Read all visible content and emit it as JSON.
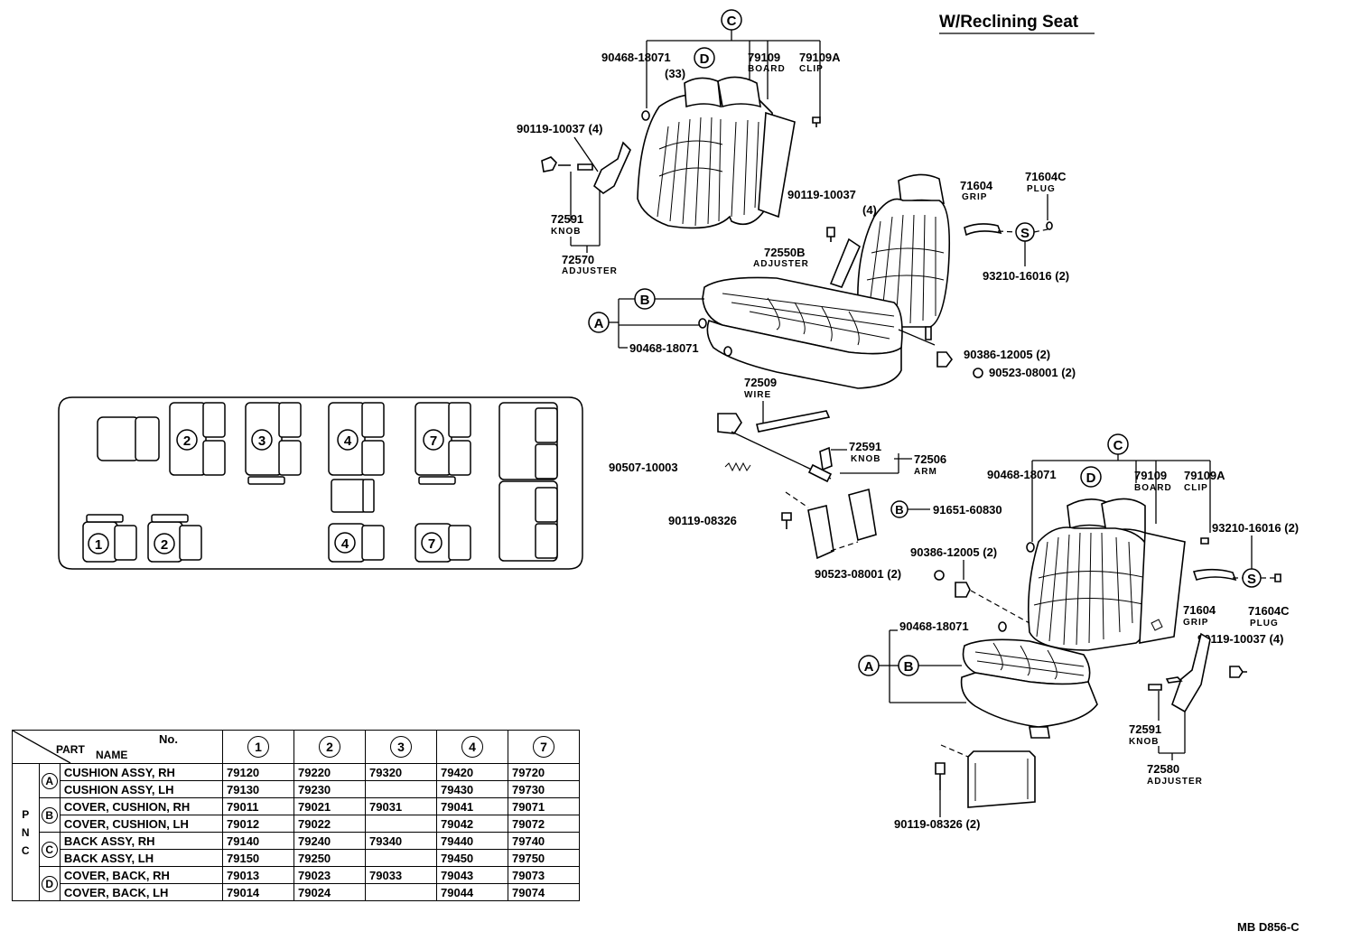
{
  "title": "W/Reclining Seat",
  "figure_code": "MB D856-C",
  "callouts": {
    "A": "A",
    "B": "B",
    "C": "C",
    "D": "D",
    "S": "S"
  },
  "upper": {
    "p90468_18071": "90468-18071",
    "qty33": "(33)",
    "p79109": "79109",
    "board": "BOARD",
    "p79109A": "79109A",
    "clip": "CLIP",
    "p90119_10037_4": "90119-10037 (4)",
    "p72591": "72591",
    "knob": "KNOB",
    "p72570": "72570",
    "adjuster": "ADJUSTER",
    "p90119_10037": "90119-10037",
    "qty4": "(4)",
    "p71604": "71604",
    "grip": "GRIP",
    "p71604C": "71604C",
    "plug": "PLUG",
    "p72550B": "72550B",
    "adjuster2": "ADJUSTER",
    "p93210_16016_2": "93210-16016 (2)",
    "p90468_18071b": "90468-18071",
    "p90386_12005_2": "90386-12005 (2)",
    "p90523_08001_2": "90523-08001 (2)"
  },
  "mid": {
    "p72509": "72509",
    "wire": "WIRE",
    "p72591": "72591",
    "knob": "KNOB",
    "p72506": "72506",
    "arm": "ARM",
    "p90507_10003": "90507-10003",
    "p91651_60830": "91651-60830",
    "p90119_08326": "90119-08326",
    "p90523_08001_2": "90523-08001 (2)"
  },
  "lower": {
    "p90468_18071": "90468-18071",
    "p79109": "79109",
    "board": "BOARD",
    "p79109A": "79109A",
    "clip": "CLIP",
    "p90386_12005_2": "90386-12005 (2)",
    "p93210_16016_2": "93210-16016 (2)",
    "p71604": "71604",
    "grip": "GRIP",
    "p71604C": "71604C",
    "plug": "PLUG",
    "p90468_18071b": "90468-18071",
    "p90119_10037_4": "90119-10037 (4)",
    "p72591": "72591",
    "knob": "KNOB",
    "p72580": "72580",
    "adjuster": "ADJUSTER",
    "p90119_08326_2": "90119-08326 (2)"
  },
  "layout_map": {
    "seat_numbers": [
      "2",
      "3",
      "4",
      "7",
      "1",
      "2",
      "4",
      "7"
    ]
  },
  "table": {
    "header_no": "No.",
    "header_part": "PART",
    "header_name": "NAME",
    "columns": [
      "1",
      "2",
      "3",
      "4",
      "7"
    ],
    "pnc_letters": [
      "P",
      "N",
      "C"
    ],
    "groups": [
      "A",
      "B",
      "C",
      "D"
    ],
    "rows": [
      {
        "name": "CUSHION ASSY, RH",
        "values": [
          "79120",
          "79220",
          "79320",
          "79420",
          "79720"
        ]
      },
      {
        "name": "CUSHION ASSY, LH",
        "values": [
          "79130",
          "79230",
          "",
          "79430",
          "79730"
        ]
      },
      {
        "name": "COVER, CUSHION, RH",
        "values": [
          "79011",
          "79021",
          "79031",
          "79041",
          "79071"
        ]
      },
      {
        "name": "COVER, CUSHION, LH",
        "values": [
          "79012",
          "79022",
          "",
          "79042",
          "79072"
        ]
      },
      {
        "name": "BACK ASSY, RH",
        "values": [
          "79140",
          "79240",
          "79340",
          "79440",
          "79740"
        ]
      },
      {
        "name": "BACK ASSY, LH",
        "values": [
          "79150",
          "79250",
          "",
          "79450",
          "79750"
        ]
      },
      {
        "name": "COVER, BACK, RH",
        "values": [
          "79013",
          "79023",
          "79033",
          "79043",
          "79073"
        ]
      },
      {
        "name": "COVER, BACK, LH",
        "values": [
          "79014",
          "79024",
          "",
          "79044",
          "79074"
        ]
      }
    ]
  }
}
